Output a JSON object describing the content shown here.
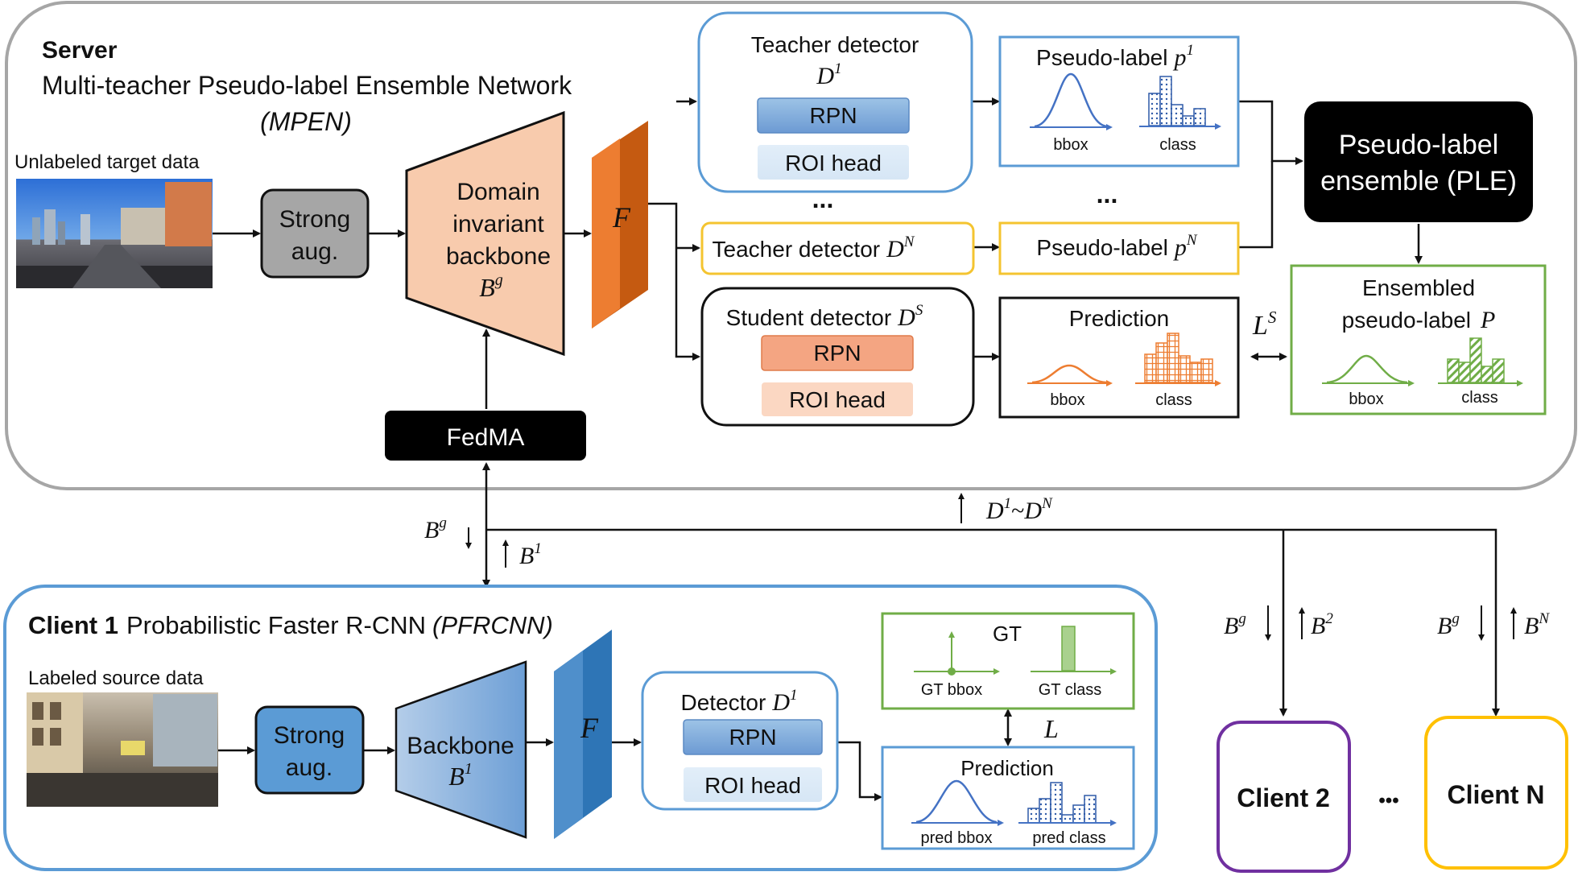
{
  "server": {
    "title": "Server",
    "subtitle": "Multi-teacher Pseudo-label Ensemble Network",
    "subtitle_abbr": "(MPEN)",
    "unlabeled_label": "Unlabeled target data",
    "strong_aug": [
      "Strong",
      "aug."
    ],
    "backbone": [
      "Domain",
      "invariant",
      "backbone"
    ],
    "backbone_symbol": "B",
    "backbone_sup": "g",
    "feature": "F",
    "fedma": "FedMA",
    "teacher1": {
      "title": "Teacher detector",
      "symbol": "D",
      "sup": "1",
      "rpn": "RPN",
      "roi": "ROI head"
    },
    "dots": "...",
    "teacherN": {
      "title": "Teacher detector",
      "symbol": "D",
      "sup": "N"
    },
    "student": {
      "title": "Student detector",
      "symbol": "D",
      "sup": "S",
      "rpn": "RPN",
      "roi": "ROI head"
    },
    "pseudo1": {
      "title": "Pseudo-label",
      "symbol": "p",
      "sup": "1",
      "bbox": "bbox",
      "class": "class"
    },
    "pseudoN": {
      "title": "Pseudo-label",
      "symbol": "p",
      "sup": "N"
    },
    "prediction": {
      "title": "Prediction",
      "bbox": "bbox",
      "class": "class"
    },
    "loss_s": {
      "symbol": "L",
      "sup": "S"
    },
    "ple": [
      "Pseudo-label",
      "ensemble (PLE)"
    ],
    "ensembled": {
      "line1": "Ensembled",
      "line2": "pseudo-label",
      "symbol": "P",
      "bbox": "bbox",
      "class": "class"
    }
  },
  "links": {
    "bg_down": {
      "symbol": "B",
      "sup": "g"
    },
    "b1_up": {
      "symbol": "B",
      "sup": "1"
    },
    "dset": {
      "text": "D",
      "sup1": "1",
      "tilde": "~",
      "text2": "D",
      "sup2": "N"
    },
    "client2_bg": {
      "symbol": "B",
      "sup": "g"
    },
    "client2_b": {
      "symbol": "B",
      "sup": "2"
    },
    "clientN_bg": {
      "symbol": "B",
      "sup": "g"
    },
    "clientN_b": {
      "symbol": "B",
      "sup": "N"
    }
  },
  "client1": {
    "title": "Client 1",
    "subtitle": "Probabilistic Faster R-CNN",
    "subtitle_abbr": "(PFRCNN)",
    "labeled_label": "Labeled source data",
    "strong_aug": [
      "Strong",
      "aug."
    ],
    "backbone": "Backbone",
    "backbone_symbol": "B",
    "backbone_sup": "1",
    "feature": "F",
    "detector": {
      "title": "Detector",
      "symbol": "D",
      "sup": "1",
      "rpn": "RPN",
      "roi": "ROI head"
    },
    "gt": {
      "title": "GT",
      "bbox": "GT bbox",
      "class": "GT class"
    },
    "loss": "L",
    "prediction": {
      "title": "Prediction",
      "bbox": "pred bbox",
      "class": "pred class"
    }
  },
  "client2": "Client 2",
  "clients_dots": "•••",
  "clientN": "Client N",
  "colors": {
    "server_border": "#a6a6a6",
    "client1_border": "#5b9bd5",
    "teacher_border": "#5b9bd5",
    "teacherN_border": "#f4c430",
    "green": "#70ad47",
    "orange": "#ed7d31",
    "client2_border": "#7030a0",
    "clientN_border": "#ffc000"
  }
}
